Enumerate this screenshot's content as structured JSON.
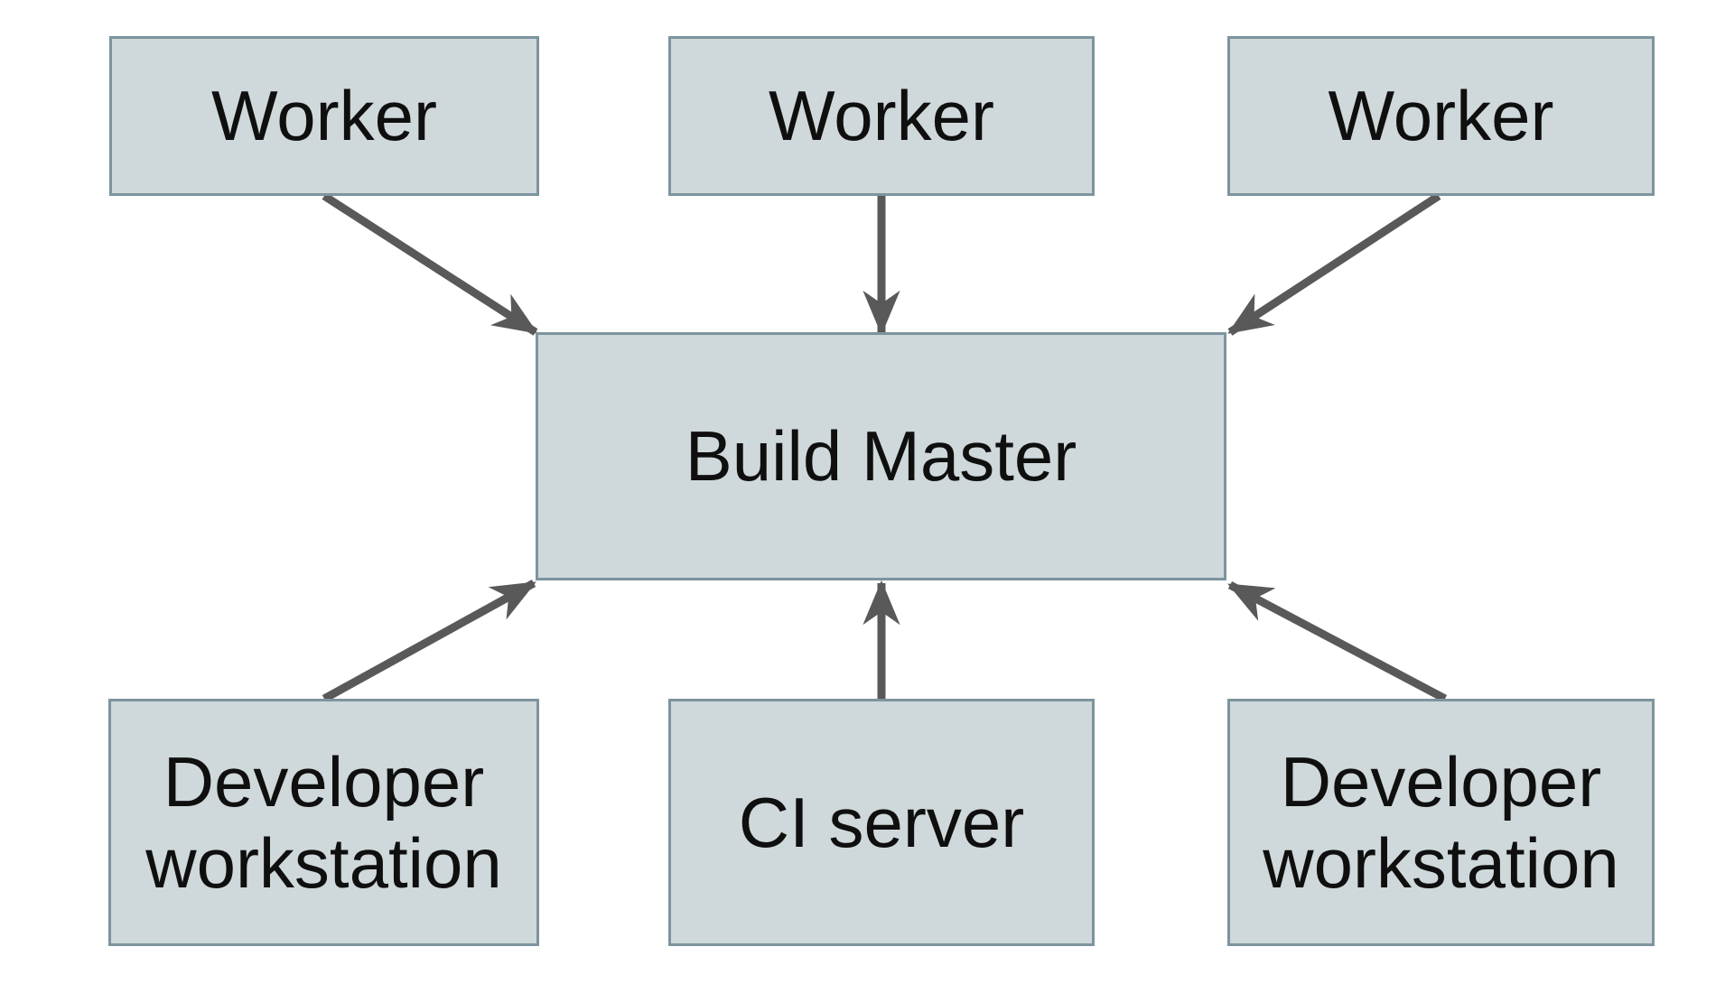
{
  "diagram": {
    "nodes": [
      {
        "id": "worker-1",
        "label": "Worker"
      },
      {
        "id": "worker-2",
        "label": "Worker"
      },
      {
        "id": "worker-3",
        "label": "Worker"
      },
      {
        "id": "build-master",
        "label": "Build Master"
      },
      {
        "id": "developer-workstation-left",
        "label": "Developer workstation"
      },
      {
        "id": "ci-server",
        "label": "CI server"
      },
      {
        "id": "developer-workstation-right",
        "label": "Developer workstation"
      }
    ],
    "edges": [
      {
        "from": "worker-1",
        "to": "build-master"
      },
      {
        "from": "worker-2",
        "to": "build-master"
      },
      {
        "from": "worker-3",
        "to": "build-master"
      },
      {
        "from": "developer-workstation-left",
        "to": "build-master"
      },
      {
        "from": "ci-server",
        "to": "build-master"
      },
      {
        "from": "developer-workstation-right",
        "to": "build-master"
      }
    ],
    "colors": {
      "node_fill": "#cfd8da",
      "node_border": "#7d949e",
      "arrow": "#595959",
      "text": "#0f0f0f",
      "background": "#ffffff"
    }
  }
}
